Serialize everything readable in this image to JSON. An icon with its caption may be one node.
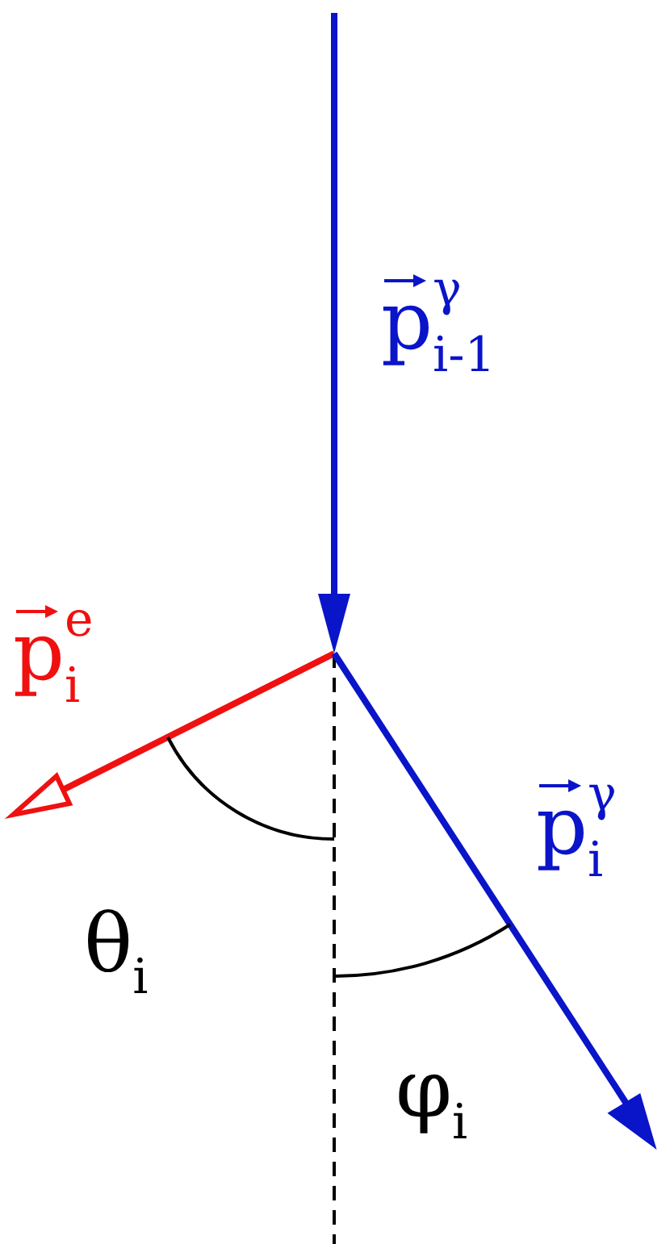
{
  "diagram": {
    "labels": [
      "p$^{γ}$$_{i-1}$",
      "p$^{e}$$_{i}$",
      "p$^{γ}$$_{i}$",
      "θ$_{i}$",
      "φ$_{i}$"
    ]
  }
}
